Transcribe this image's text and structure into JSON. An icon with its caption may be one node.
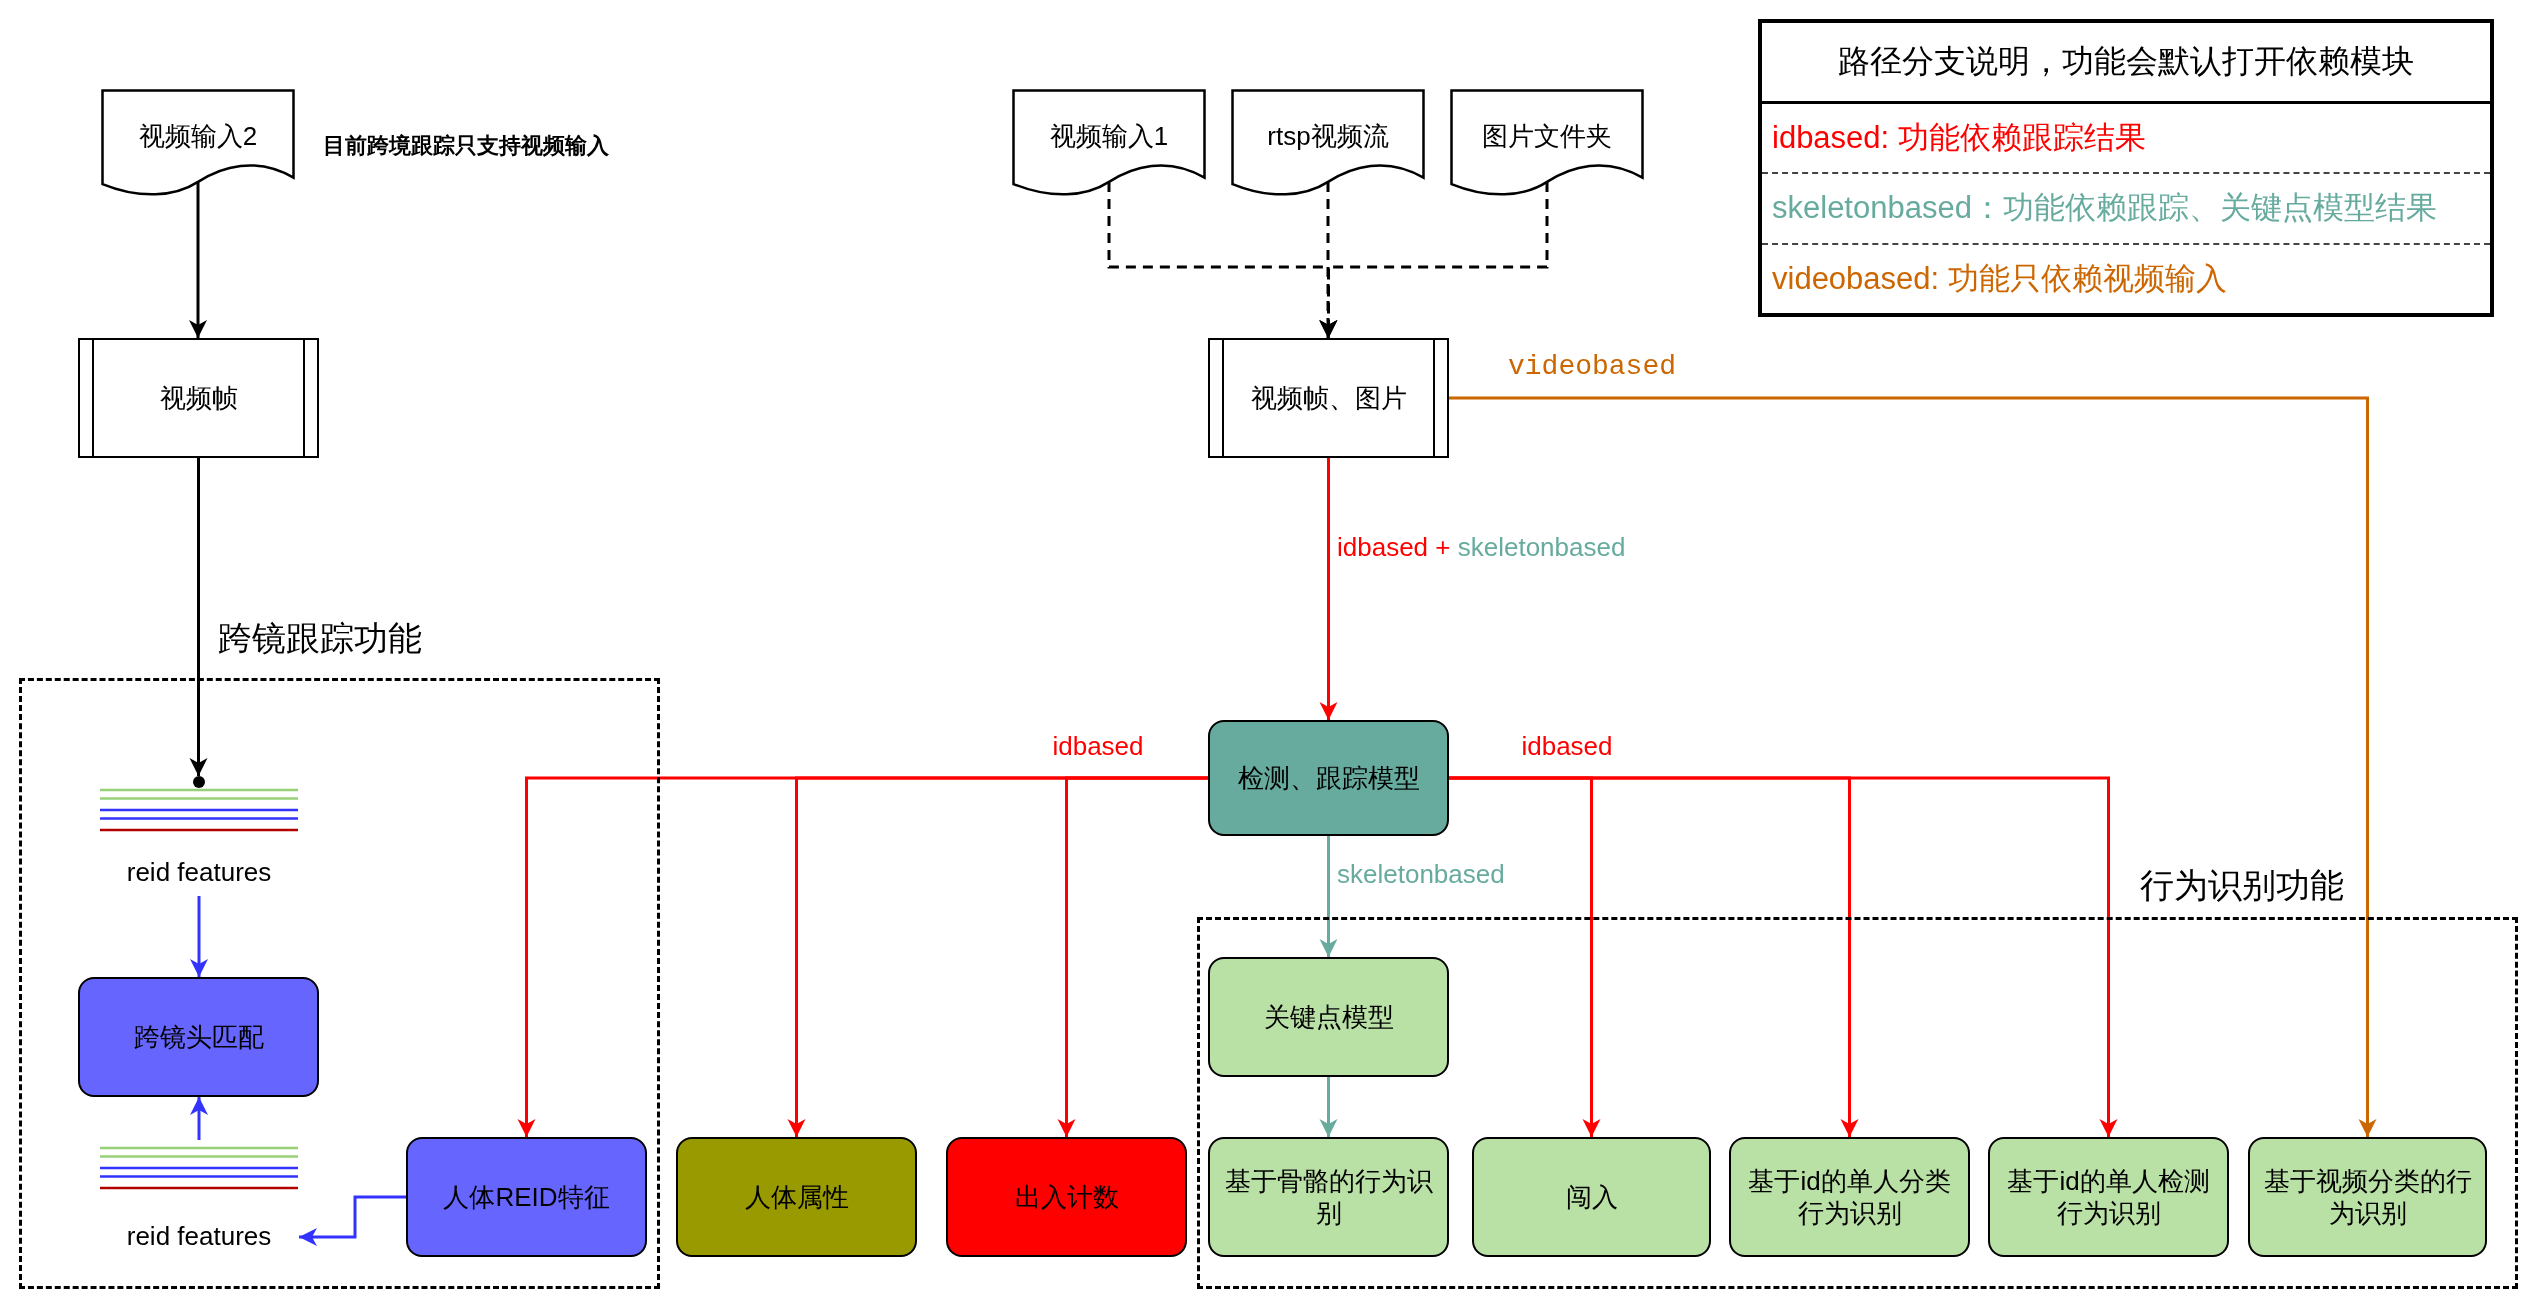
{
  "diagram": {
    "nodes": [
      {
        "text": [
          "视频输入2"
        ]
      },
      {
        "text": [
          "视频输入1"
        ]
      },
      {
        "text": [
          "rtsp视频流"
        ]
      },
      {
        "text": [
          "图片文件夹"
        ]
      },
      {
        "text": [
          "视频帧"
        ]
      },
      {
        "text": [
          "视频帧、图片"
        ]
      },
      {
        "text": [
          "跨镜跟踪功能"
        ]
      },
      {
        "text": [
          "reid features"
        ],
        "in": 6
      },
      {
        "text": [
          "跨镜头匹配"
        ],
        "in": 6
      },
      {
        "text": [
          "reid features"
        ],
        "in": 6
      },
      {
        "text": [
          "人体REID特征"
        ],
        "in": 6
      },
      {
        "text": [
          "检测、跟踪模型"
        ]
      },
      {
        "text": [
          "行为识别功能"
        ]
      },
      {
        "text": [
          "关键点模型"
        ],
        "in": 12
      },
      {
        "text": [
          "人体属性"
        ]
      },
      {
        "text": [
          "出入计数"
        ]
      },
      {
        "text": [
          "基于骨骼的行为识别"
        ],
        "in": 12
      },
      {
        "text": [
          "闯入"
        ],
        "in": 12
      },
      {
        "text": [
          "基于id的单人分类行为识别"
        ],
        "in": 12
      },
      {
        "text": [
          "基于id的单人检测行为识别"
        ],
        "in": 12
      },
      {
        "text": [
          "基于视频分类的行为识别"
        ],
        "in": 12
      }
    ],
    "edges": [
      {
        "from": 0,
        "to": 4,
        "arrow": "to",
        "color": "#000000"
      },
      {
        "from": 4,
        "to": 7,
        "arrow": "to",
        "color": "#000000"
      },
      {
        "from": 7,
        "to": 8,
        "arrow": "to",
        "color": "#3333ff"
      },
      {
        "from": 9,
        "to": 8,
        "arrow": "to",
        "color": "#3333ff"
      },
      {
        "from": 10,
        "to": 9,
        "arrow": "to",
        "color": "#3333ff"
      },
      {
        "from": 1,
        "to": 5,
        "arrow": "to",
        "style": "dashed",
        "color": "#000000"
      },
      {
        "from": 2,
        "to": 5,
        "arrow": "to",
        "style": "dashed",
        "color": "#000000"
      },
      {
        "from": 3,
        "to": 5,
        "arrow": "to",
        "style": "dashed",
        "color": "#000000"
      },
      {
        "from": 5,
        "to": 11,
        "arrow": "to",
        "label": "idbased + skeletonbased"
      },
      {
        "from": 5,
        "to": 20,
        "arrow": "to",
        "label": "videobased",
        "color": "#cc6600"
      },
      {
        "from": 11,
        "to": 10,
        "arrow": "to"
      },
      {
        "from": 11,
        "to": 14,
        "arrow": "to"
      },
      {
        "from": 11,
        "to": 15,
        "arrow": "to",
        "label": "idbased"
      },
      {
        "from": 11,
        "to": 13,
        "arrow": "to",
        "label": "skeletonbased",
        "color": "#67ab9f"
      },
      {
        "from": 11,
        "to": 17,
        "arrow": "to",
        "label": "idbased"
      },
      {
        "from": 11,
        "to": 18,
        "arrow": "to"
      },
      {
        "from": 11,
        "to": 19,
        "arrow": "to"
      },
      {
        "from": 13,
        "to": 16,
        "arrow": "to",
        "color": "#67ab9f"
      }
    ],
    "labels": [
      "目前跨境跟踪只支持视频输入",
      "路径分支说明，功能会默认打开依赖模块"
    ],
    "legend": [
      {
        "text": "idbased: 功能依赖跟踪结果",
        "color": "#ff0000"
      },
      {
        "text": "skeletonbased：功能依赖跟踪、关键点模型结果",
        "color": "#67ab9f"
      },
      {
        "text": "videobased: 功能只依赖视频输入",
        "color": "#cc6600"
      }
    ]
  }
}
